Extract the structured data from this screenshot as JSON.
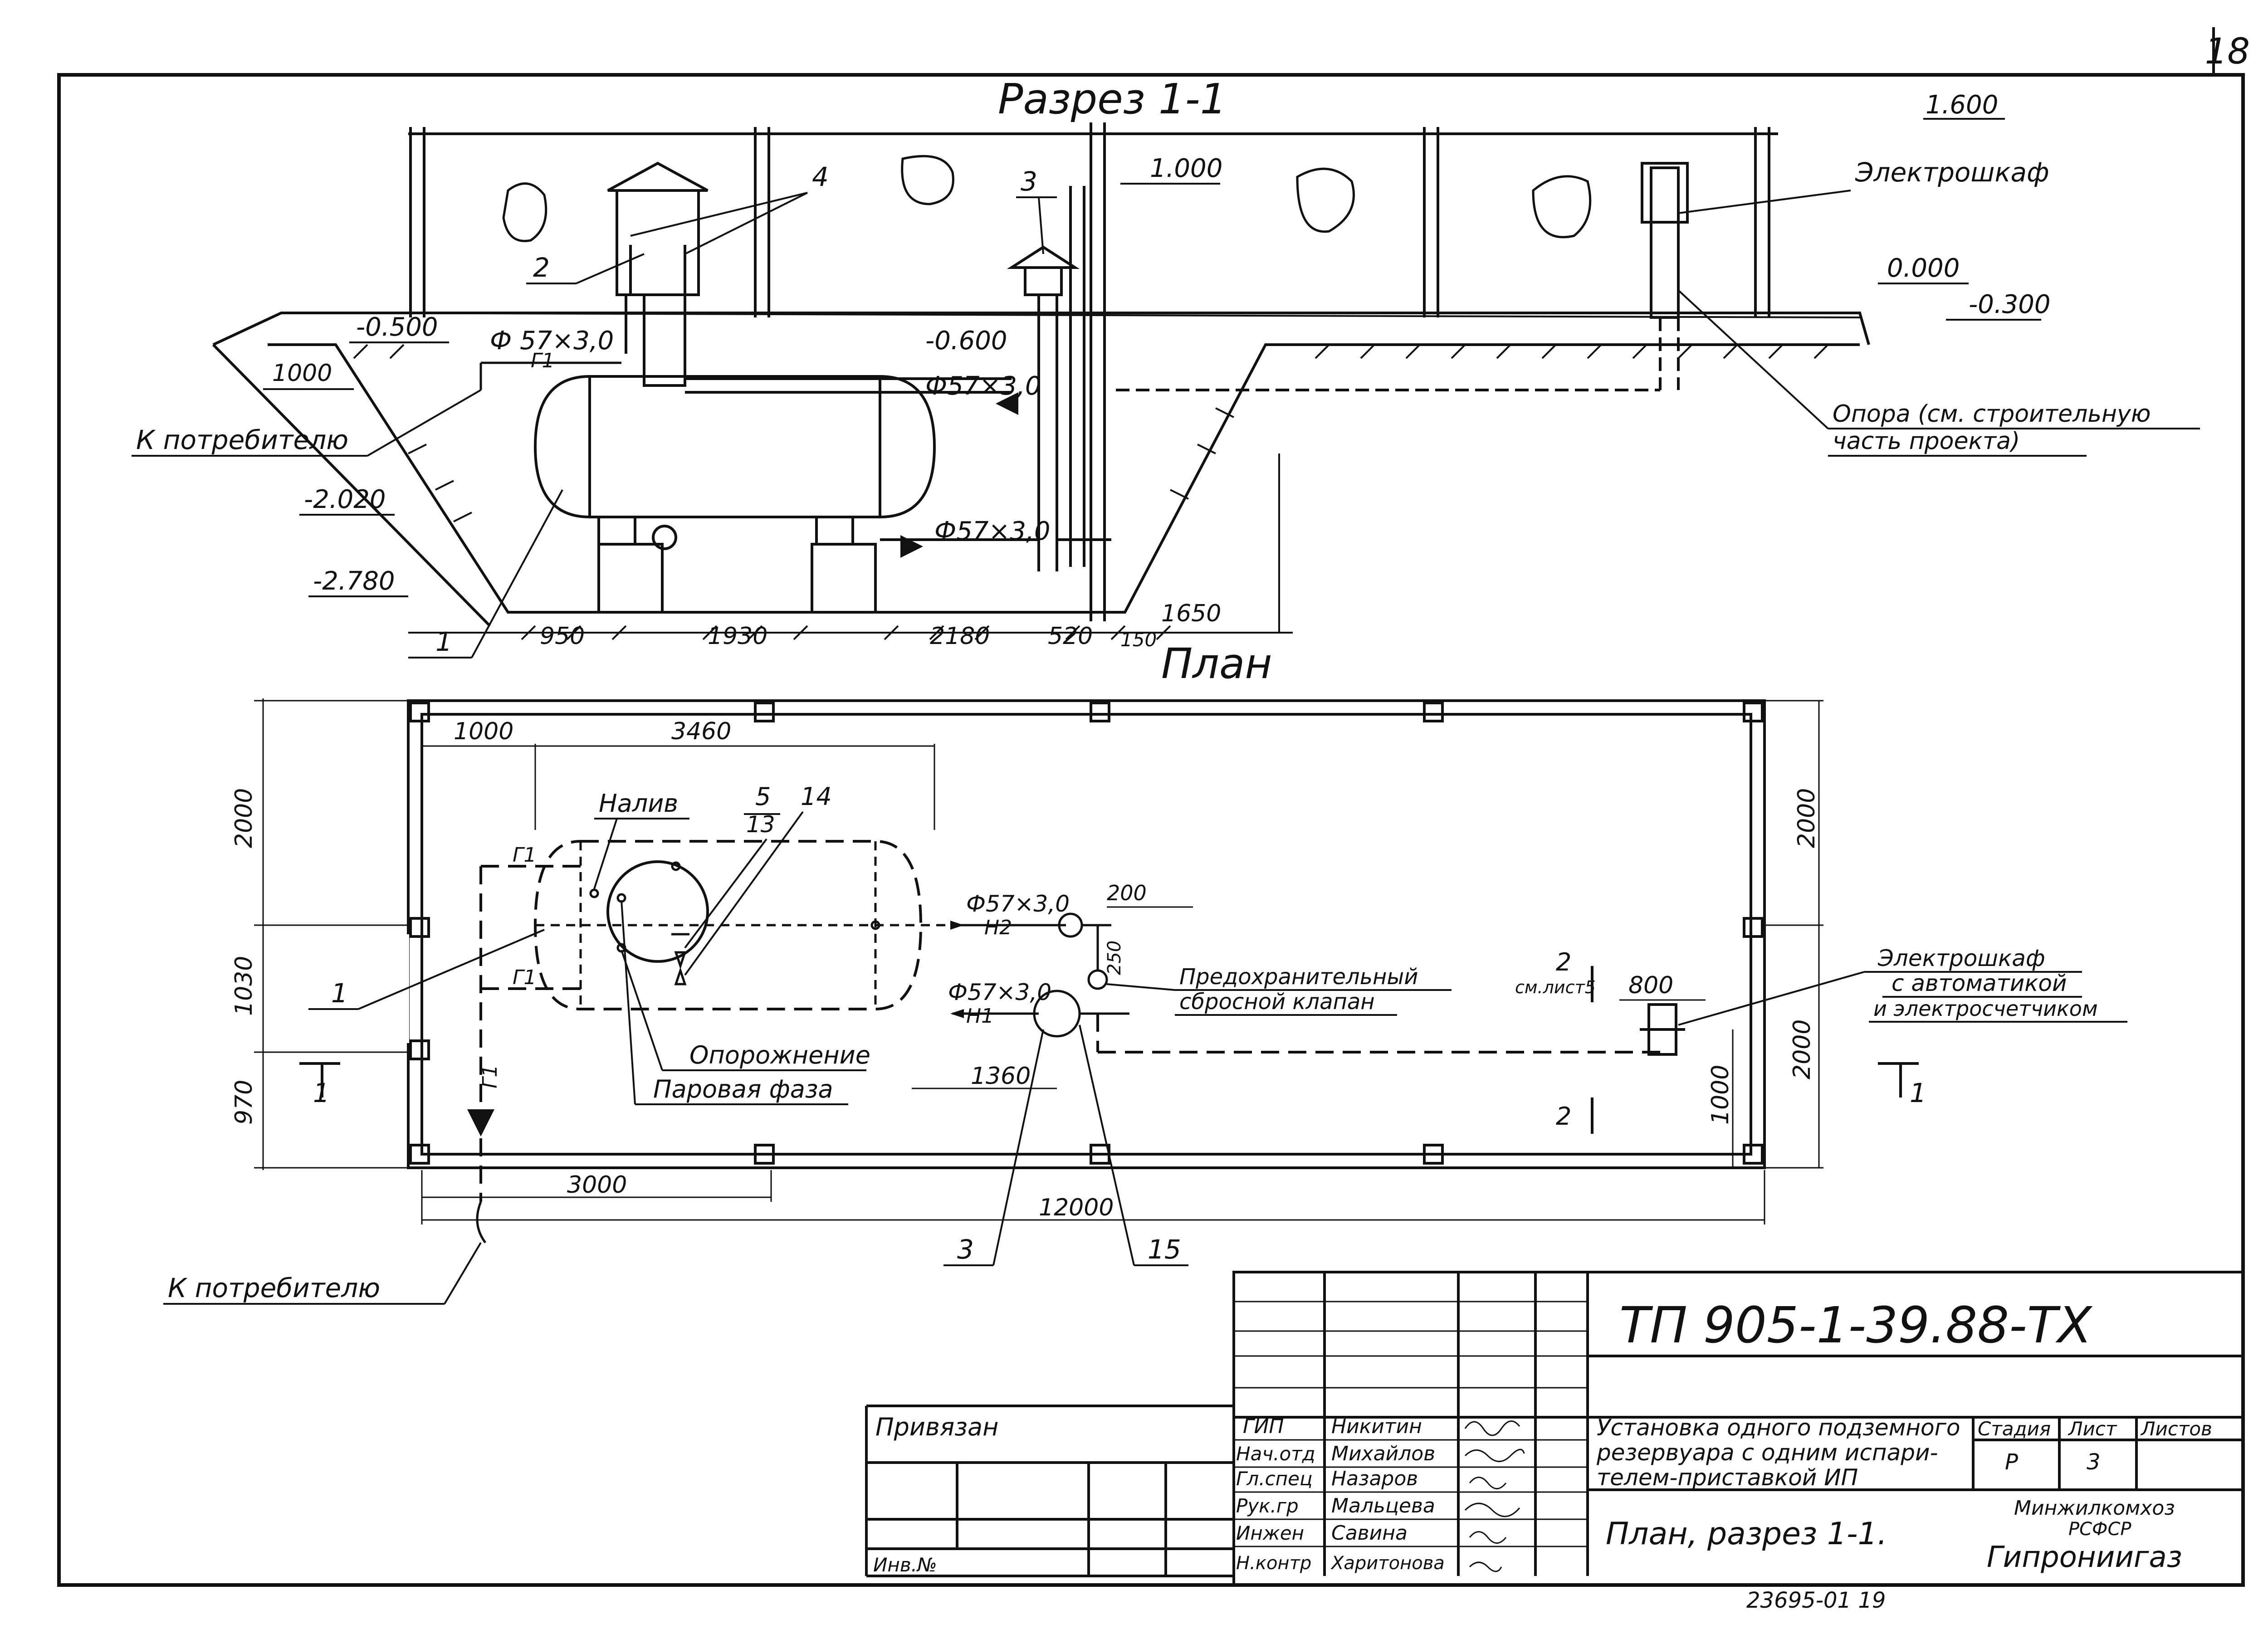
{
  "sheet": {
    "sheet_number": "18",
    "section_title": "Разрез 1-1",
    "plan_title": "План"
  },
  "section": {
    "elev_1600": "1.600",
    "elev_1000": "1.000",
    "elev_0000": "0.000",
    "elev_m0300": "-0.300",
    "elev_m0500": "-0.500",
    "elev_m0600": "-0.600",
    "elev_m2020": "-2.020",
    "elev_m2780": "-2.780",
    "dim_1000": "1000",
    "pipe_1": "Ф 57×3,0",
    "pipe_2": "Ф57×3,0",
    "pipe_3": "Ф57×3,0",
    "g1": "Г1",
    "to_consumer": "К потребителю",
    "electro_cabinet": "Электрошкаф",
    "support": "Опора (см. строительную",
    "support_2": "часть проекта)",
    "pos_1": "1",
    "pos_2": "2",
    "pos_3": "3",
    "pos_4": "4",
    "dims_bottom": [
      "950",
      "1930",
      "2180",
      "520",
      "150"
    ],
    "dim_1650": "1650"
  },
  "plan": {
    "dim_1000": "1000",
    "dim_3460": "3460",
    "dim_2000_left": "2000",
    "dim_1030": "1030",
    "dim_970": "970",
    "dim_3000": "3000",
    "dim_12000": "12000",
    "dim_2000_right_top": "2000",
    "dim_2000_right_bottom": "2000",
    "dim_1000_right": "1000",
    "dim_1360": "1360",
    "dim_200": "200",
    "dim_250": "250",
    "dim_800": "800",
    "naliv": "Налив",
    "oporozhnenie": "Опорожнение",
    "parovaya_faza": "Паровая фаза",
    "pos_5": "5",
    "pos_13": "13",
    "pos_14": "14",
    "pos_1": "1",
    "pos_3": "3",
    "pos_15": "15",
    "g1_top": "Г1",
    "g1_bottom": "Г1",
    "g1_vertical": "Г1",
    "pipe_h2": "Ф57×3,0",
    "h2": "Н2",
    "pipe_h1": "Ф57×3,0",
    "h1": "Н1",
    "valve_label_1": "Предохранительный",
    "valve_label_2": "сбросной клапан",
    "cut_2": "2",
    "cut_2_ref": "см.лист5",
    "cut_2_bottom": "2",
    "cut_1_left": "1",
    "cut_1_right": "1",
    "electro_1": "Электрошкаф",
    "electro_2": "с автоматикой",
    "electro_3": "и электросчетчиком",
    "to_consumer": "К потребителю"
  },
  "title_block": {
    "code": "ТП 905-1-39.88-ТХ",
    "privyazan": "Привязан",
    "inv": "Инв.№",
    "roles": [
      "ГИП",
      "Нач.отд",
      "Гл.спец",
      "Рук.гр",
      "Инжен",
      "Н.контр"
    ],
    "names": [
      "Никитин",
      "Михайлов",
      "Назаров",
      "Мальцева",
      "Савина",
      "Харитонова"
    ],
    "description_1": "Установка одного подземного",
    "description_2": "резервуара с одним испари-",
    "description_3": "телем-приставкой ИП",
    "sheet_title": "План, разрез 1-1.",
    "stage_h": "Стадия",
    "sheet_h": "Лист",
    "sheets_h": "Листов",
    "stage": "Р",
    "sheet": "3",
    "org_1": "Минжилкомхоз",
    "org_2": "РСФСР",
    "org_3": "Гипрониигаз",
    "bottom_code": "23695-01  19"
  }
}
